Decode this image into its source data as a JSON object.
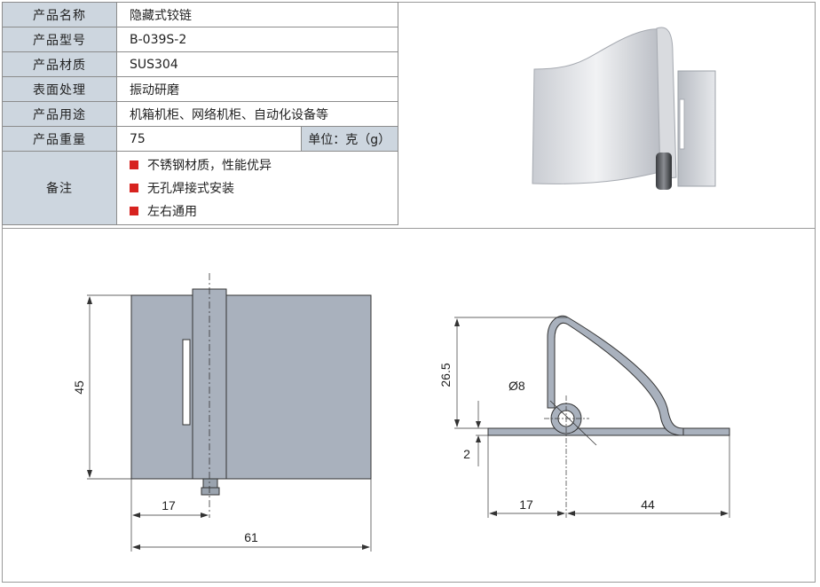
{
  "spec": {
    "name": {
      "label": "产品名称",
      "value": "隐藏式铰链"
    },
    "model": {
      "label": "产品型号",
      "value": "B-039S-2"
    },
    "material": {
      "label": "产品材质",
      "value": "SUS304"
    },
    "surface": {
      "label": "表面处理",
      "value": "振动研磨"
    },
    "usage": {
      "label": "产品用途",
      "value": "机箱机柜、网络机柜、自动化设备等"
    },
    "weight": {
      "label": "产品重量",
      "value": "75",
      "unit": "单位：克（g）"
    },
    "notes": {
      "label": "备注",
      "items": [
        "不锈钢材质，性能优异",
        "无孔焊接式安装",
        "左右通用"
      ]
    }
  },
  "colors": {
    "label_bg": "#cdd6df",
    "bullet": "#d7231f",
    "plate": "#a9b1bd"
  },
  "drawing": {
    "front_height": "45",
    "front_offset": "17",
    "front_width": "61",
    "side_height": "26.5",
    "side_diameter": "Ø8",
    "side_thickness": "2",
    "side_left": "17",
    "side_right": "44"
  }
}
